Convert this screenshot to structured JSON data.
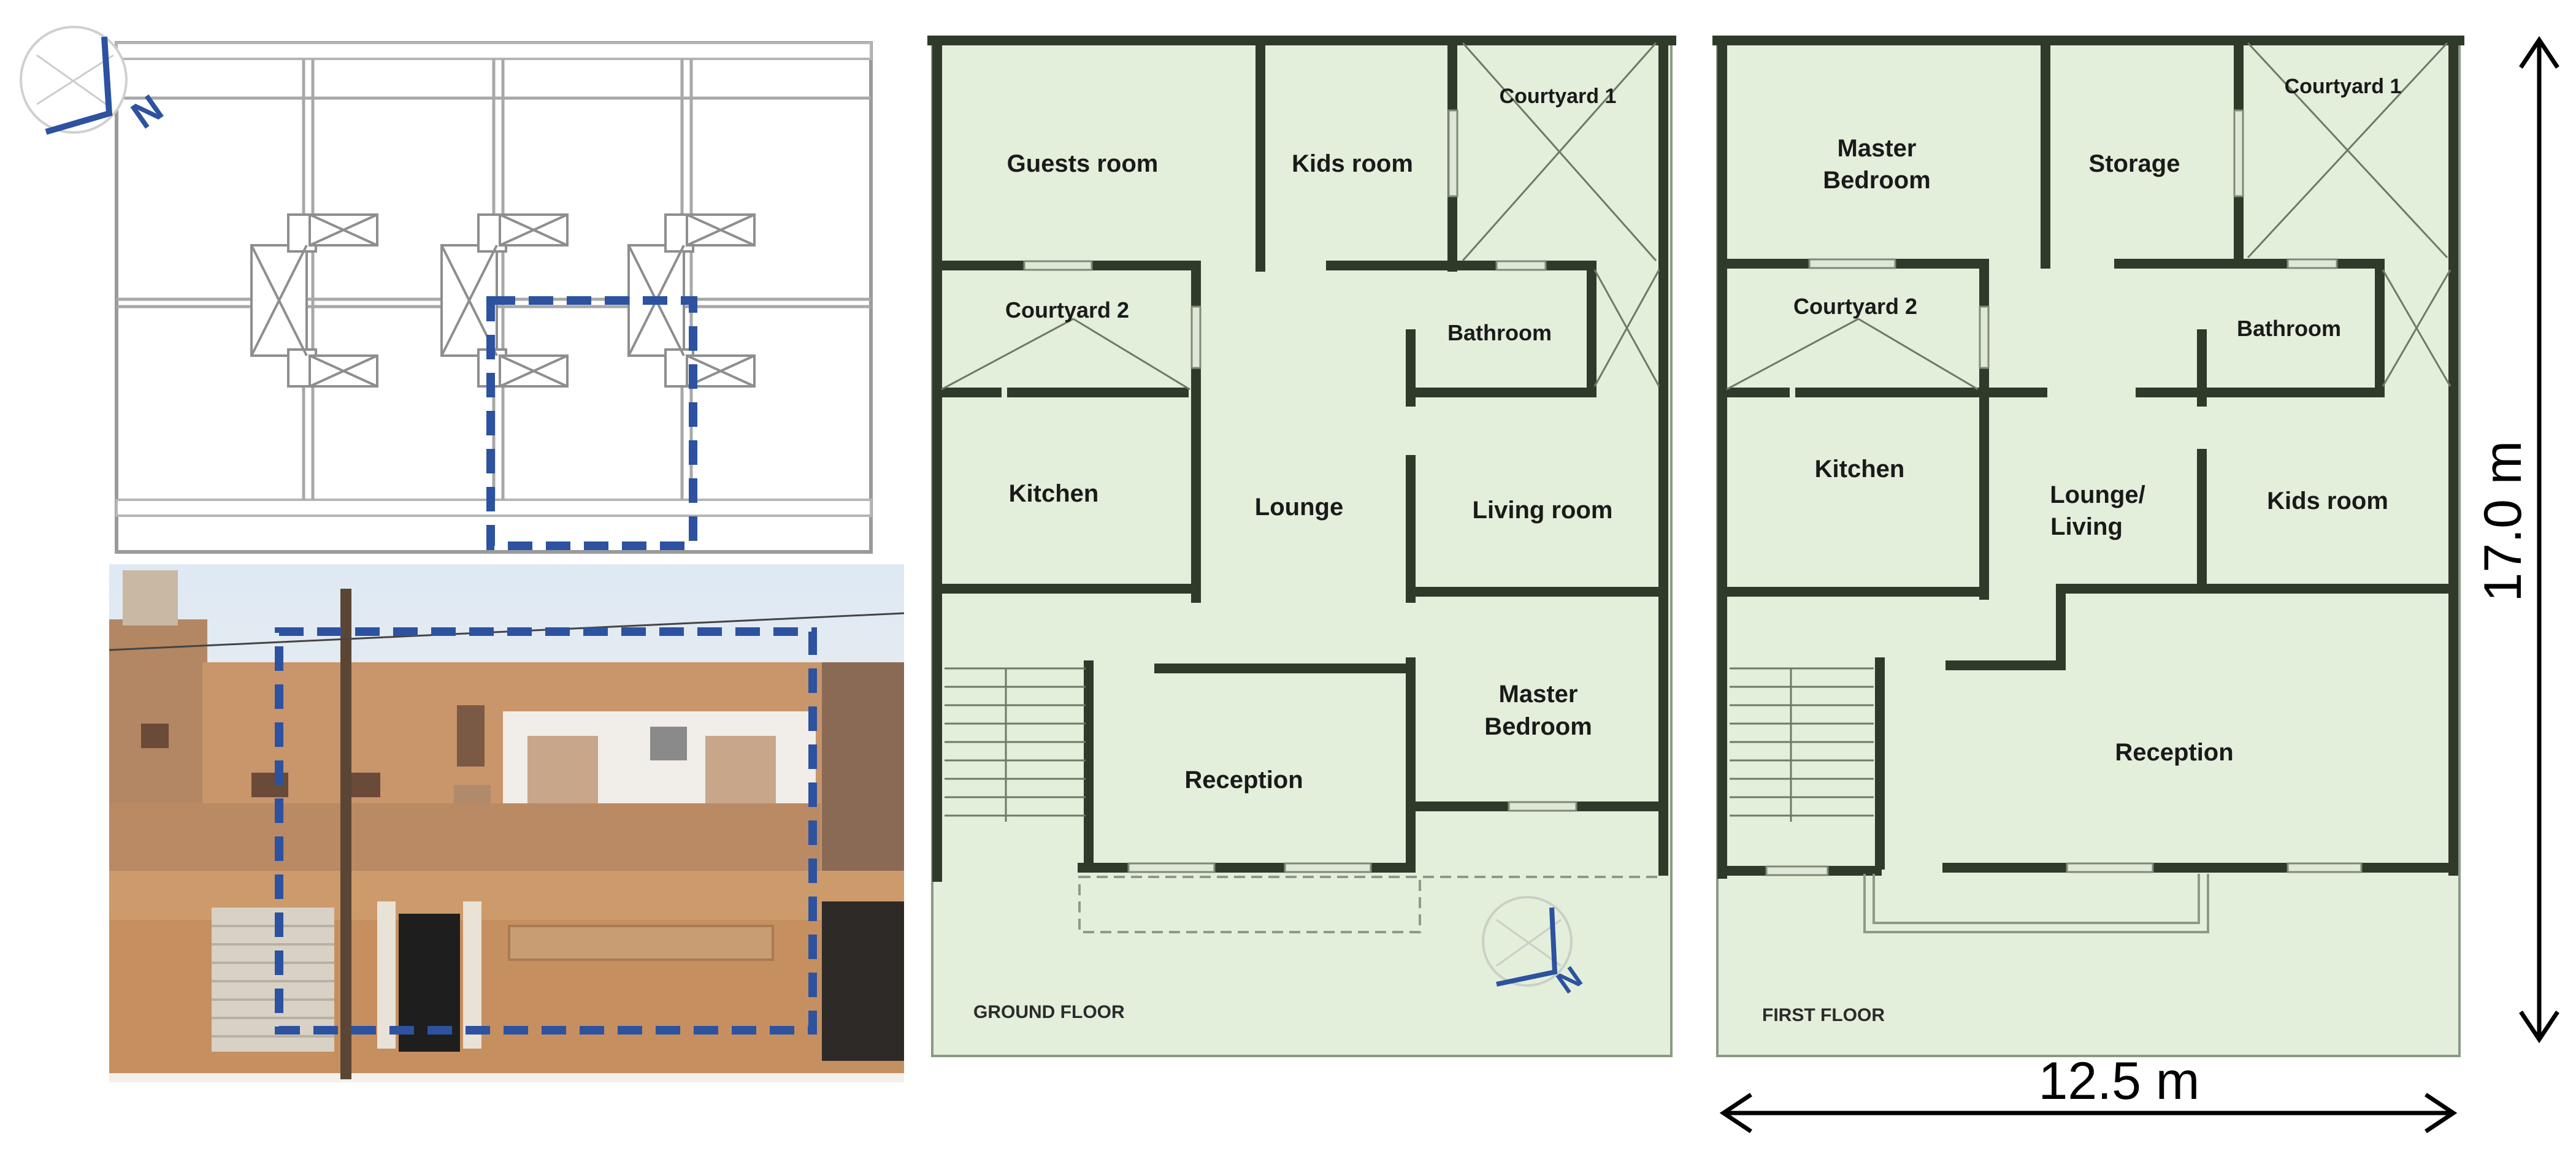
{
  "site_plan": {
    "north": "N",
    "plot_tags": [
      "",
      "",
      "",
      "",
      "",
      "",
      "",
      "",
      "",
      "",
      "",
      ""
    ]
  },
  "ground_floor": {
    "title": "GROUND FLOOR",
    "north": "N",
    "rooms": {
      "guests": "Guests room",
      "kids": "Kids room",
      "courtyard1": "Courtyard 1",
      "courtyard2": "Courtyard 2",
      "bathroom": "Bathroom",
      "kitchen": "Kitchen",
      "lounge": "Lounge",
      "living": "Living room",
      "master_l1": "Master",
      "master_l2": "Bedroom",
      "reception": "Reception"
    }
  },
  "first_floor": {
    "title": "FIRST FLOOR",
    "rooms": {
      "master_l1": "Master",
      "master_l2": "Bedroom",
      "storage": "Storage",
      "courtyard1": "Courtyard 1",
      "courtyard2": "Courtyard 2",
      "bathroom": "Bathroom",
      "kitchen": "Kitchen",
      "lounge_l1": "Lounge/",
      "lounge_l2": "Living",
      "kids": "Kids room",
      "reception": "Reception"
    }
  },
  "dimensions": {
    "height": "17.0 m",
    "width": "12.5 m"
  },
  "colors": {
    "plan_fill": "#e3eedb",
    "wall": "#2f3a2a",
    "dash_highlight": "#2c52a0",
    "facade": "#c99a6e"
  }
}
